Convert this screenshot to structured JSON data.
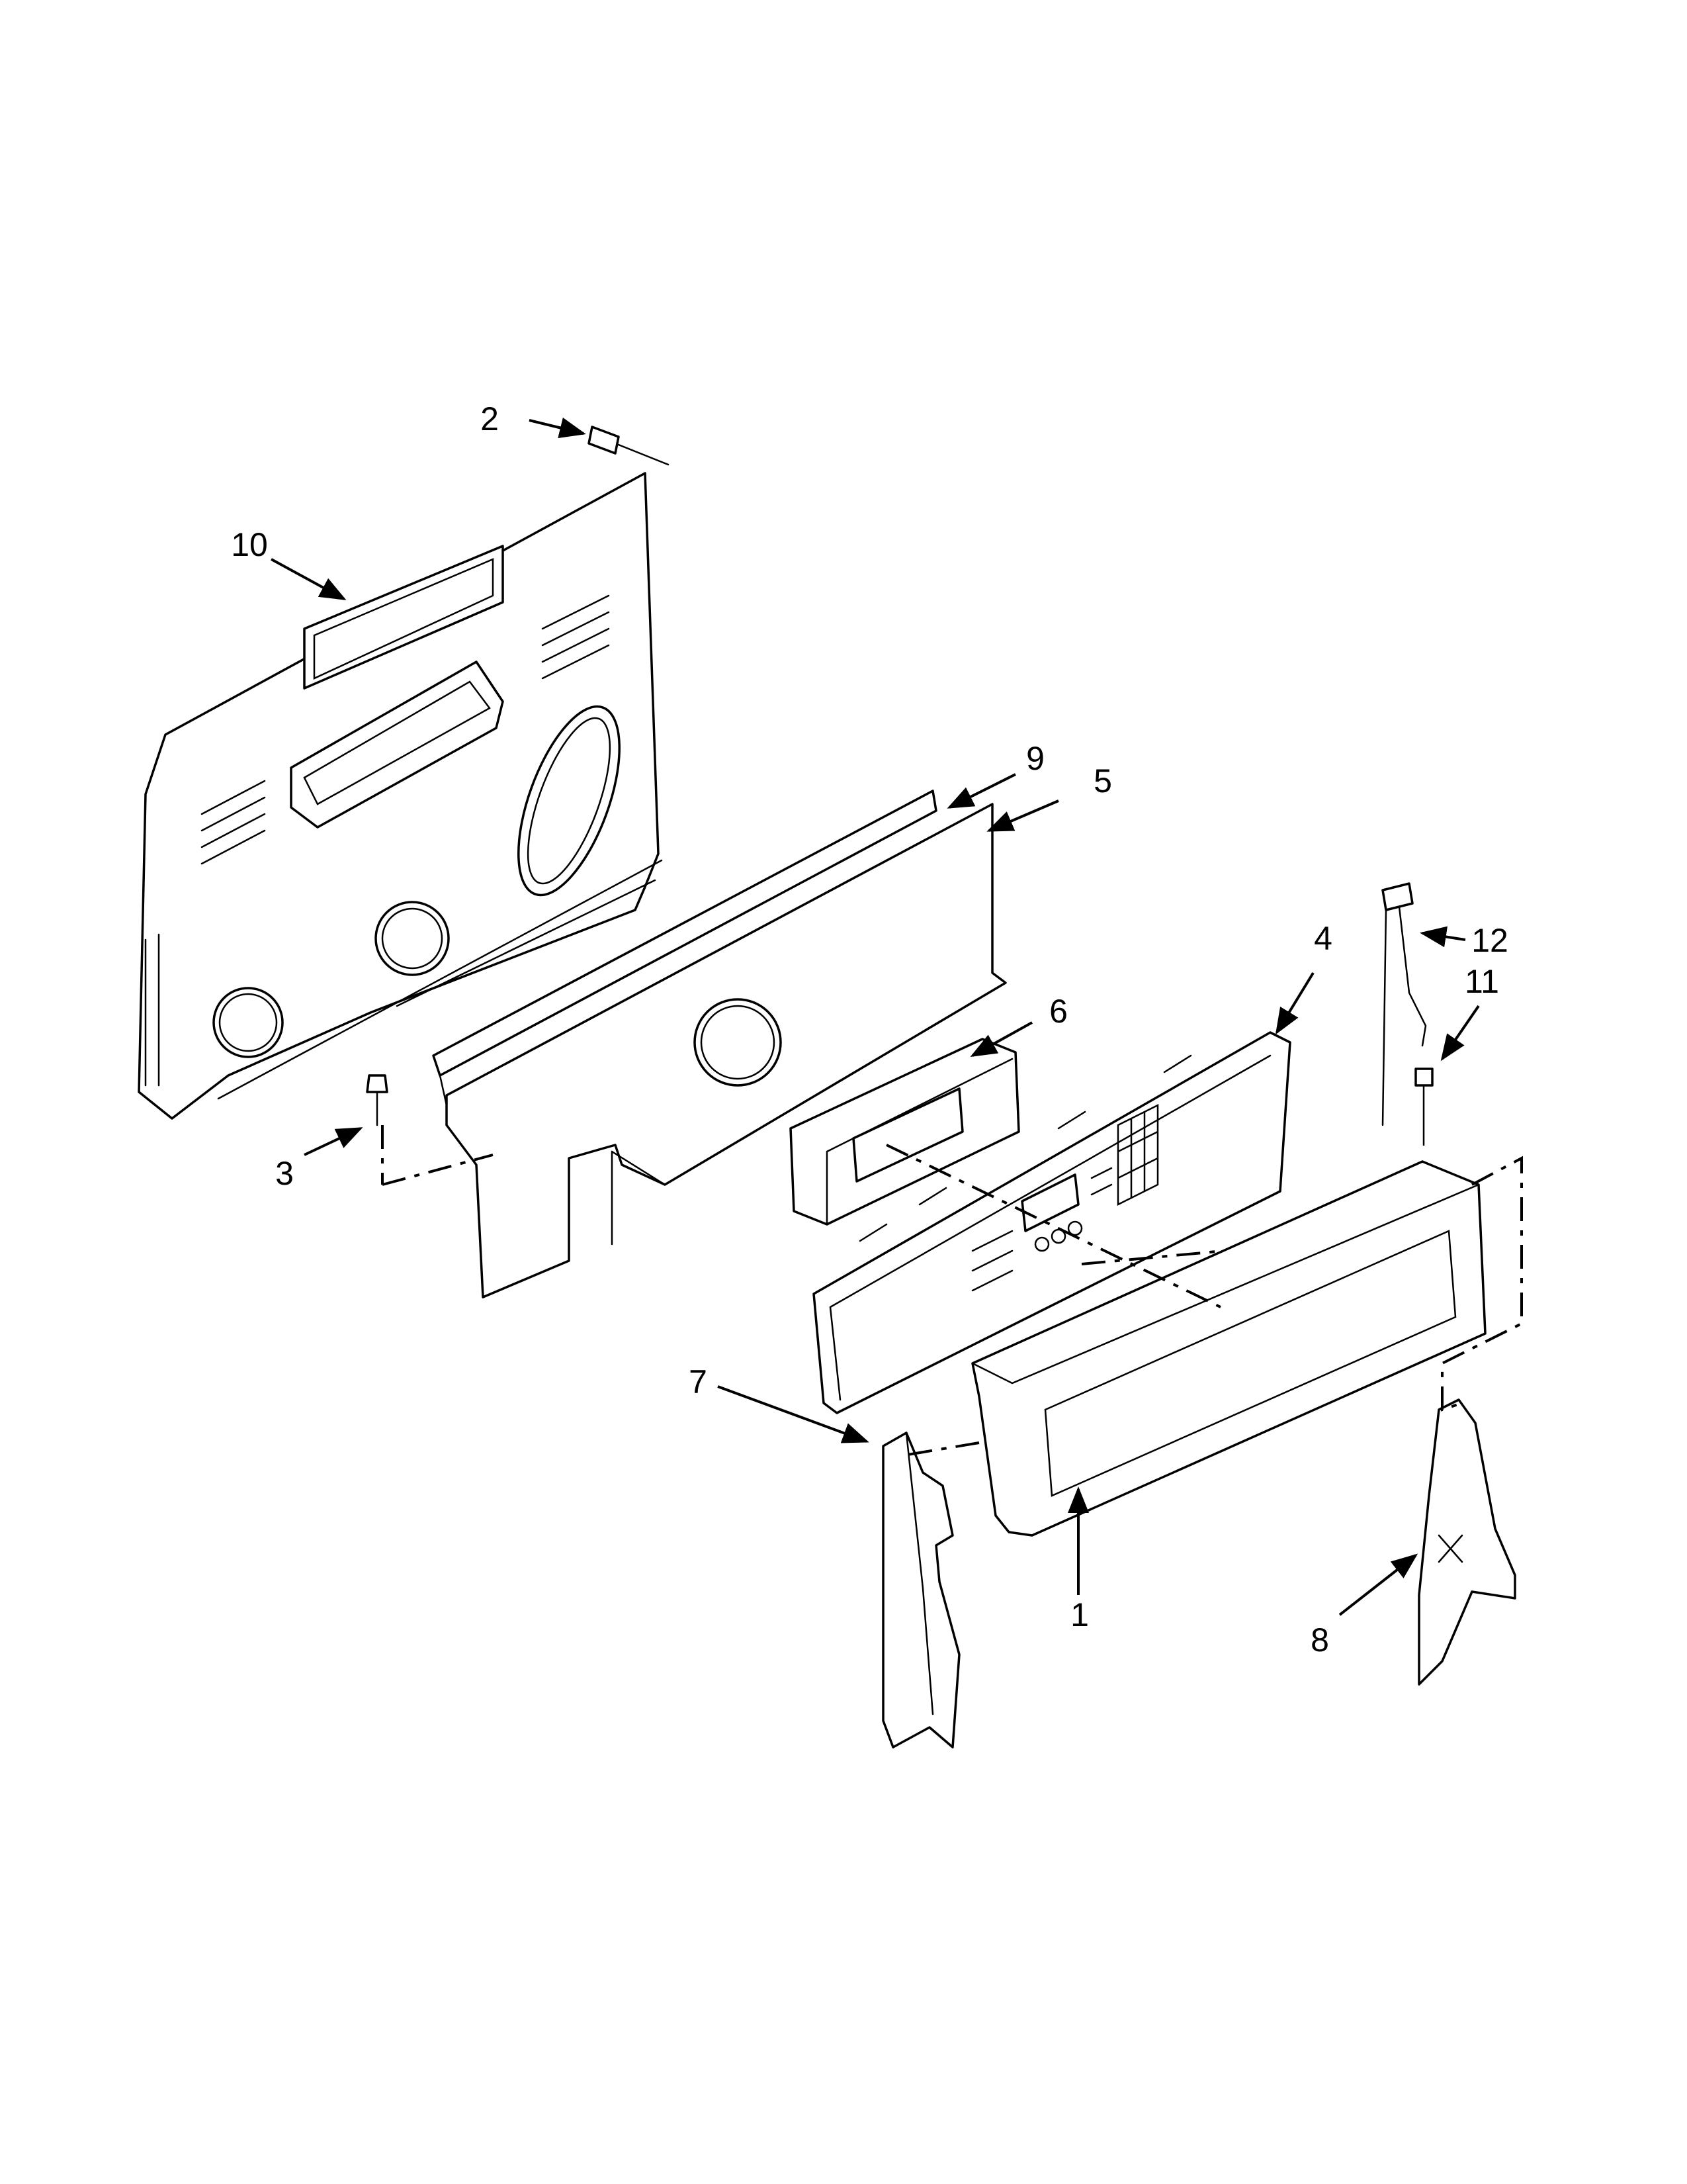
{
  "callouts": [
    {
      "id": "c1",
      "label": "1"
    },
    {
      "id": "c2",
      "label": "2"
    },
    {
      "id": "c3",
      "label": "3"
    },
    {
      "id": "c4",
      "label": "4"
    },
    {
      "id": "c5",
      "label": "5"
    },
    {
      "id": "c6",
      "label": "6"
    },
    {
      "id": "c7",
      "label": "7"
    },
    {
      "id": "c8",
      "label": "8"
    },
    {
      "id": "c9",
      "label": "9"
    },
    {
      "id": "c10",
      "label": "10"
    },
    {
      "id": "c11",
      "label": "11"
    },
    {
      "id": "c12",
      "label": "12"
    }
  ]
}
